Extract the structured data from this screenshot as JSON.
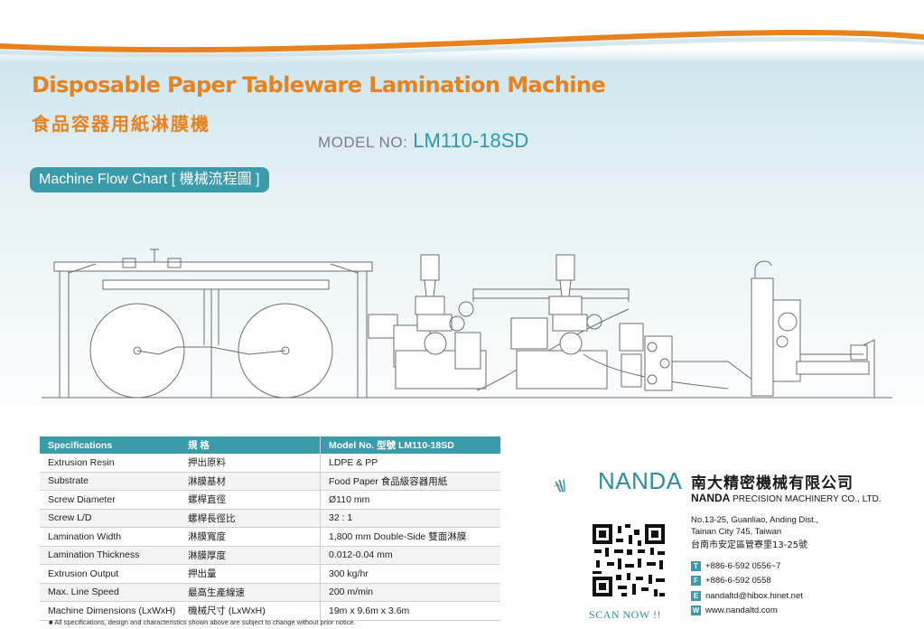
{
  "header": {
    "title_en": "Disposable Paper Tableware Lamination Machine",
    "title_zh": "食品容器用紙淋膜機",
    "model_label": "MODEL NO:",
    "model_value": "LM110-18SD",
    "flow_chart_label": "Machine Flow Chart [ 機械流程圖 ]"
  },
  "colors": {
    "accent_orange": "#e8821e",
    "accent_teal": "#3b9bab",
    "model_teal": "#2f98ad"
  },
  "specs": {
    "headers": [
      "Specifications",
      "規 格",
      "Model No. 型號  LM110-18SD"
    ],
    "rows": [
      [
        "Extrusion Resin",
        "押出原料",
        "LDPE & PP"
      ],
      [
        "Substrate",
        "淋膜基材",
        "Food Paper 食品級容器用紙"
      ],
      [
        "Screw Diameter",
        "螺桿直徑",
        "Ø110 mm"
      ],
      [
        "Screw L/D",
        "螺桿長徑比",
        "32 : 1"
      ],
      [
        "Lamination Width",
        "淋膜寬度",
        "1,800 mm Double-Side 雙面淋膜"
      ],
      [
        "Lamination Thickness",
        "淋膜厚度",
        "0.012-0.04 mm"
      ],
      [
        "Extrusion Output",
        "押出量",
        "300 kg/hr"
      ],
      [
        "Max. Line Speed",
        "最高生產線速",
        "200 m/min"
      ],
      [
        "Machine Dimensions (LxWxH)",
        "機械尺寸 (LxWxH)",
        "19m x 9.6m x 3.6m"
      ]
    ],
    "footnote": "■  All specifications, design and characteristics shown above are subject to change without prior notice."
  },
  "company": {
    "logo_text": "NANDA",
    "name_zh": "南大精密機械有限公司",
    "name_en_bold": "NANDA",
    "name_en_rest": " PRECISION MACHINERY CO., LTD.",
    "address_lines": [
      "No.13-25, Guanliao, Anding Dist.,",
      "Tainan City 745, Taiwan",
      "台南市安定區管寮里13-25號"
    ],
    "contacts": [
      {
        "icon": "T",
        "text": "+886-6-592 0556~7"
      },
      {
        "icon": "F",
        "text": "+886-6-592 0558"
      },
      {
        "icon": "E",
        "text": "nandaltd@hibox.hinet.net"
      },
      {
        "icon": "W",
        "text": "www.nandaltd.com"
      }
    ],
    "scan_label": "SCAN NOW !!"
  }
}
